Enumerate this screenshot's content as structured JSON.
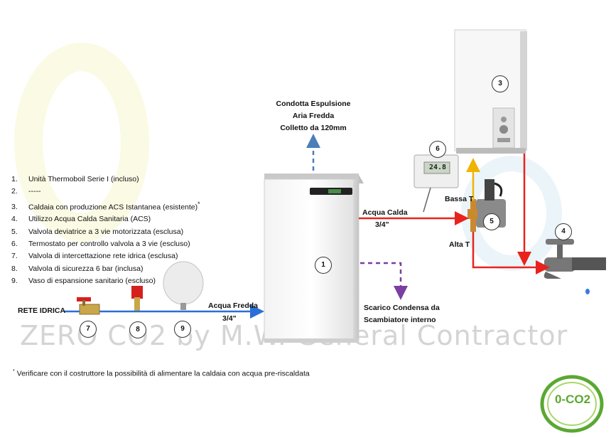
{
  "legend": [
    {
      "num": "1.",
      "text": "Unità Thermoboil Serie I (incluso)"
    },
    {
      "num": "2.",
      "text": "-----"
    },
    {
      "num": "3.",
      "text": "Caldaia con produzione ACS Istantanea (esistente)",
      "sup": "*"
    },
    {
      "num": "4.",
      "text": "Utilizzo Acqua Calda Sanitaria (ACS)"
    },
    {
      "num": "5.",
      "text": "Valvola deviatrice a 3 vie motorizzata (esclusa)"
    },
    {
      "num": "6.",
      "text": "Termostato per controllo valvola a 3 vie (escluso)"
    },
    {
      "num": "7.",
      "text": "Valvola di intercettazione rete idrica (esclusa)"
    },
    {
      "num": "8.",
      "text": "Valvola di sicurezza 6 bar (inclusa)"
    },
    {
      "num": "9.",
      "text": "Vaso di espansione sanitario (escluso)"
    }
  ],
  "labels": {
    "condotta_l1": "Condotta Espulsione",
    "condotta_l2": "Aria Fredda",
    "condotta_l3": "Colletto da 120mm",
    "acqua_calda": "Acqua Calda",
    "acqua_calda_size": "3/4\"",
    "acqua_fredda": "Acqua Fredda",
    "acqua_fredda_size": "3/4\"",
    "scarico_l1": "Scarico Condensa da",
    "scarico_l2": "Scambiatore interno",
    "rete_idrica": "RETE IDRICA",
    "bassa_t": "Bassa T",
    "alta_t": "Alta T",
    "thermostat_display": "24.8"
  },
  "badges": {
    "b1": "1",
    "b3": "3",
    "b4": "4",
    "b5": "5",
    "b6": "6",
    "b7": "7",
    "b8": "8",
    "b9": "9"
  },
  "footnote": {
    "mark": "*",
    "text": " Verificare con il costruttore la possibilità di alimentare la caldaia con acqua pre-riscaldata"
  },
  "watermark": "ZERO CO2 by M.W. General Contractor",
  "logo": {
    "text": "0-CO2"
  },
  "colors": {
    "hot": "#e8231d",
    "cold": "#2b6fd6",
    "exhaust": "#4a7fb8",
    "condensate": "#7a3fa0",
    "low_t": "#f0b400"
  }
}
